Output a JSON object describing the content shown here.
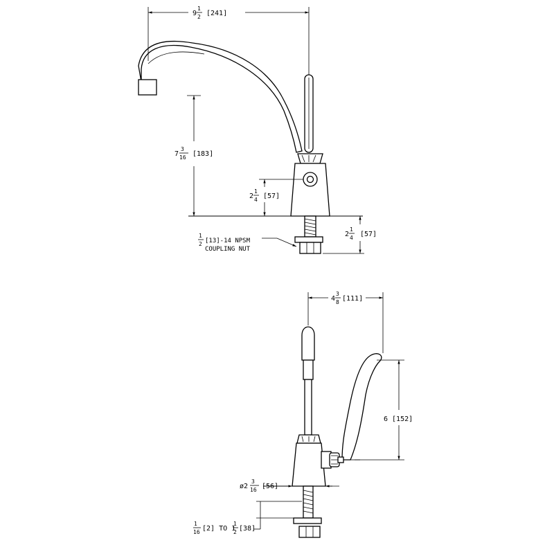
{
  "top_view": {
    "dim_spout_reach": {
      "whole": "9",
      "num": "1",
      "den": "2",
      "metric": "[241]"
    },
    "dim_spout_height": {
      "whole": "7",
      "num": "3",
      "den": "16",
      "metric": "[183]"
    },
    "dim_handle_height": {
      "whole": "2",
      "num": "1",
      "den": "4",
      "metric": "[57]"
    },
    "dim_shank_length": {
      "whole": "2",
      "num": "1",
      "den": "4",
      "metric": "[57]"
    },
    "coupling_nut_note": {
      "num": "1",
      "den": "2",
      "line1_rest": "[13]-14 NPSM",
      "line2": "COUPLING NUT"
    }
  },
  "bottom_view": {
    "dim_handle_reach": {
      "whole": "4",
      "num": "3",
      "den": "8",
      "metric": "[111]"
    },
    "dim_handle_length": {
      "text": "6 [152]"
    },
    "dim_body_diameter": {
      "prefix": "ø2",
      "num": "3",
      "den": "16",
      "metric": "[56]"
    },
    "dim_mount_range": {
      "num1": "1",
      "den1": "16",
      "mid": "[2] TO 1",
      "num2": "1",
      "den2": "2",
      "metric": "[38]"
    }
  }
}
